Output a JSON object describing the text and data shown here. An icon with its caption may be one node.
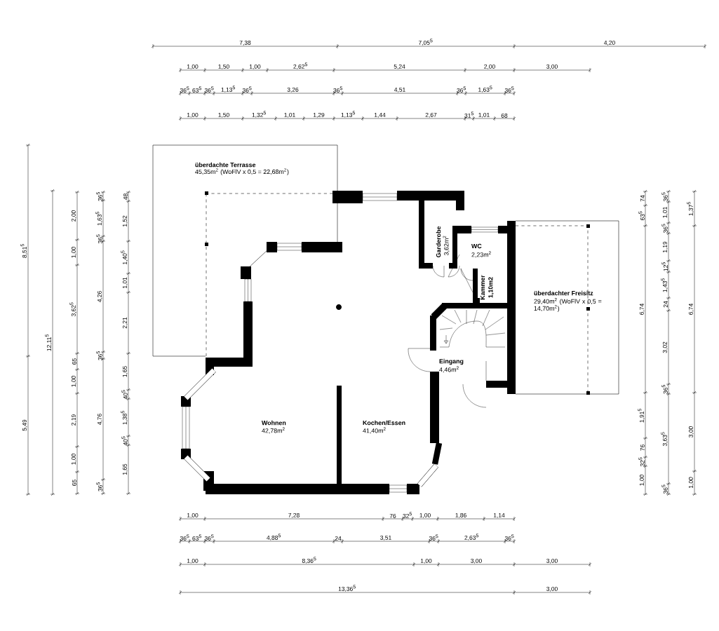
{
  "diagram": {
    "labels": [
      "7,38",
      "7,05$^{5}$",
      "4,20",
      "1,00",
      "1,50",
      "1,00",
      "2,62$^{5}$",
      "5,24",
      "2,00",
      "3,00",
      "36$^{5}$",
      "63$^{5}$",
      "36$^{5}$",
      "1,13$^{5}$",
      "36$^{5}$",
      "3,26",
      "36$^{5}$",
      "4,51",
      "36$^{5}$",
      "1,63$^{5}$",
      "36$^{5}$",
      "1,00",
      "1,50",
      "1,32$^{5}$",
      "1,01",
      "1,29",
      "1,13$^{5}$",
      "1,44",
      "2,67",
      "31$^{5}$",
      "1,01",
      "68",
      "überdachte Terrasse",
      "45,35m$^{2}$ (WoFlV x 0,5 = 22,68m$^{2}$)",
      "Garderobe",
      "3,62m$^{2}$",
      "WC",
      "2,23m$^{2}$",
      "Kammer",
      "1,10m2",
      "überdachter Freisitz",
      "29,40m$^{2}$ (WoFlV x 0,5 = 14,70m$^{2}$)",
      "Eingang",
      "4,46m$^{2}$",
      "Wohnen",
      "42,78m$^{2}$",
      "Kochen/Essen",
      "41,40m$^{2}$",
      "8,51$^{5}$",
      "5,49",
      "12,11$^{5}$",
      "2,00",
      "1,00",
      "3,62$^{5}$",
      "65",
      "1,00",
      "2,19",
      "1,00",
      "65",
      "36$^{5}$",
      "1,63$^{5}$",
      "36$^{5}$",
      "4,26",
      "36$^{5}$",
      "4,76",
      "36$^{5}$",
      "48",
      "1,52",
      "1,40$^{5}$",
      "1,01",
      "2,21",
      "1,65",
      "40$^{5}$",
      "1,38$^{5}$",
      "40$^{5}$",
      "1,65",
      "74",
      "63$^{5}$",
      "6,74",
      "1,91$^{5}$",
      "76",
      "32$^{5}$",
      "1,00",
      "36$^{5}$",
      "1,01",
      "36$^{5}$",
      "1,19",
      "12$^{5}$",
      "1,43$^{5}$",
      "24",
      "3,02",
      "36$^{5}$",
      "3,63$^{5}$",
      "36$^{5}$",
      "1,37$^{5}$",
      "6,74",
      "3,00",
      "1,00",
      "1,00",
      "7,28",
      "76",
      "32$^{5}$",
      "1,00",
      "1,86",
      "1,14",
      "36$^{5}$",
      "63$^{5}$",
      "36$^{5}$",
      "4,88$^{5}$",
      "24",
      "3,51",
      "36$^{5}$",
      "2,63$^{5}$",
      "36$^{5}$",
      "1,00",
      "8,36$^{5}$",
      "1,00",
      "3,00",
      "3,00",
      "13,36$^{5}$",
      "3,00"
    ]
  }
}
